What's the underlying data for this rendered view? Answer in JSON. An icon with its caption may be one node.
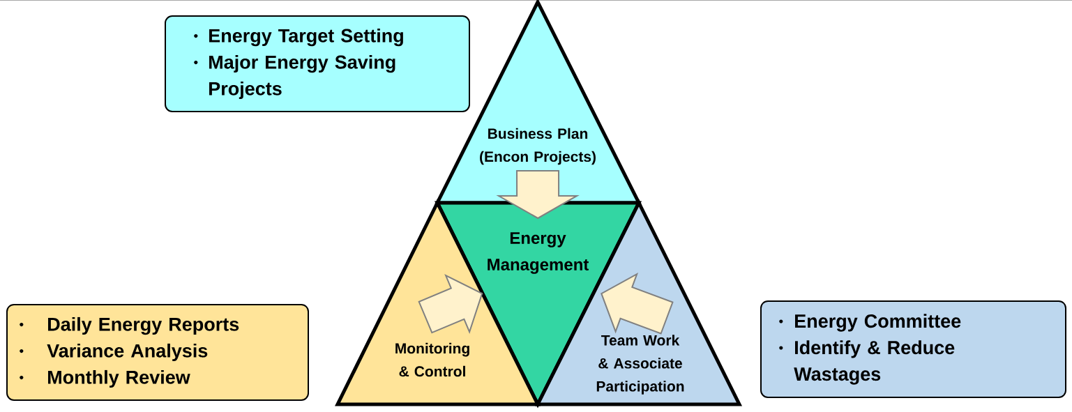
{
  "diagram": {
    "nodes": [
      {
        "text": [
          "Business Plan (Encon Projects)"
        ]
      },
      {
        "text": [
          "Energy Management"
        ]
      },
      {
        "text": [
          "Monitoring & Control"
        ]
      },
      {
        "text": [
          "Team Work & Associate Participation"
        ]
      },
      {
        "text": [
          "Energy Target Setting",
          "Major Energy Saving Projects"
        ]
      },
      {
        "text": [
          "Daily Energy Reports",
          "Variance Analysis",
          "Monthly Review"
        ]
      },
      {
        "text": [
          "Energy Committee",
          "Identify & Reduce Wastages"
        ]
      }
    ],
    "edges": [
      {
        "from": 0,
        "to": 1,
        "arrow": "to"
      },
      {
        "from": 2,
        "to": 1,
        "arrow": "to"
      },
      {
        "from": 3,
        "to": 1,
        "arrow": "to"
      }
    ]
  }
}
